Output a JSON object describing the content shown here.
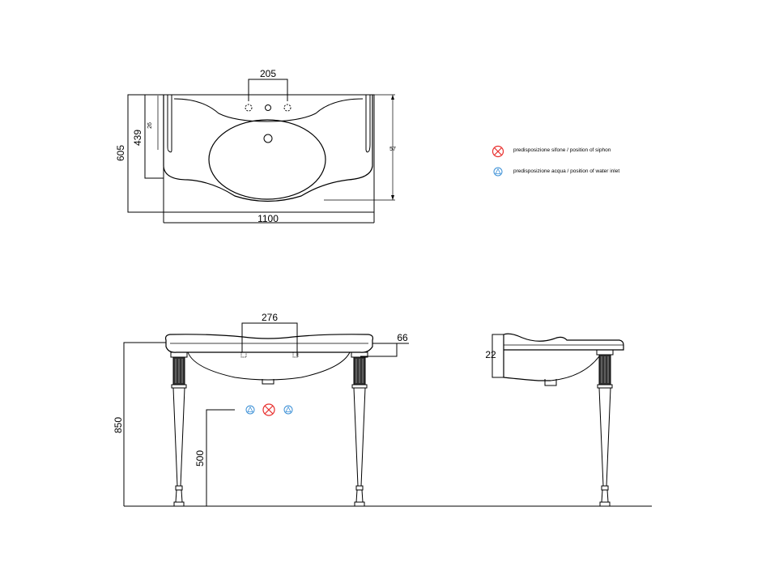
{
  "top_view": {
    "dim_width": "1100",
    "dim_depth": "605",
    "dim_basin_depth": "439",
    "dim_holes": "205",
    "dim_small_left": "26",
    "dim_small_right": "57"
  },
  "front_view": {
    "dim_holes": "276",
    "dim_height": "850",
    "dim_siphon_height": "500",
    "dim_top_thickness": "66"
  },
  "side_view": {
    "dim_thickness": "22"
  },
  "legend": {
    "items": [
      {
        "icon": "siphon-icon",
        "color": "#e8312f",
        "label": "predisposizione sifone / position of siphon"
      },
      {
        "icon": "water-inlet-icon",
        "color": "#3a8fd6",
        "label": "predisposizione acqua / position of water inlet"
      }
    ]
  }
}
